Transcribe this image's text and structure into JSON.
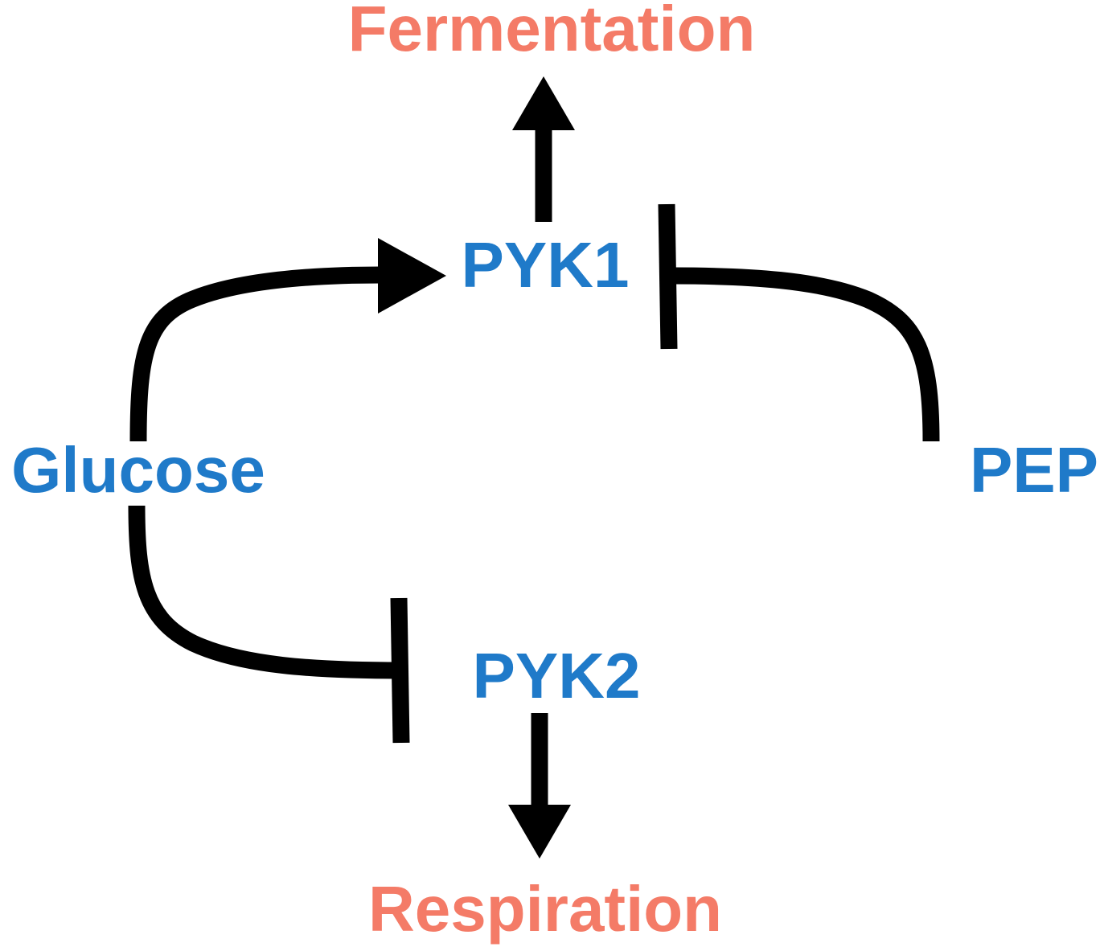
{
  "nodes": {
    "fermentation": "Fermentation",
    "pyk1": "PYK1",
    "glucose": "Glucose",
    "pep": "PEP",
    "pyk2": "PYK2",
    "respiration": "Respiration"
  },
  "colors": {
    "node": "#1f7ac9",
    "outcome": "#f47b67",
    "edge": "#000000"
  },
  "edges": [
    {
      "from": "pyk1",
      "to": "fermentation",
      "type": "activation"
    },
    {
      "from": "glucose",
      "to": "pyk1",
      "type": "activation"
    },
    {
      "from": "pep",
      "to": "pyk1",
      "type": "inhibition"
    },
    {
      "from": "glucose",
      "to": "pyk2",
      "type": "inhibition"
    },
    {
      "from": "pyk2",
      "to": "respiration",
      "type": "activation"
    }
  ]
}
